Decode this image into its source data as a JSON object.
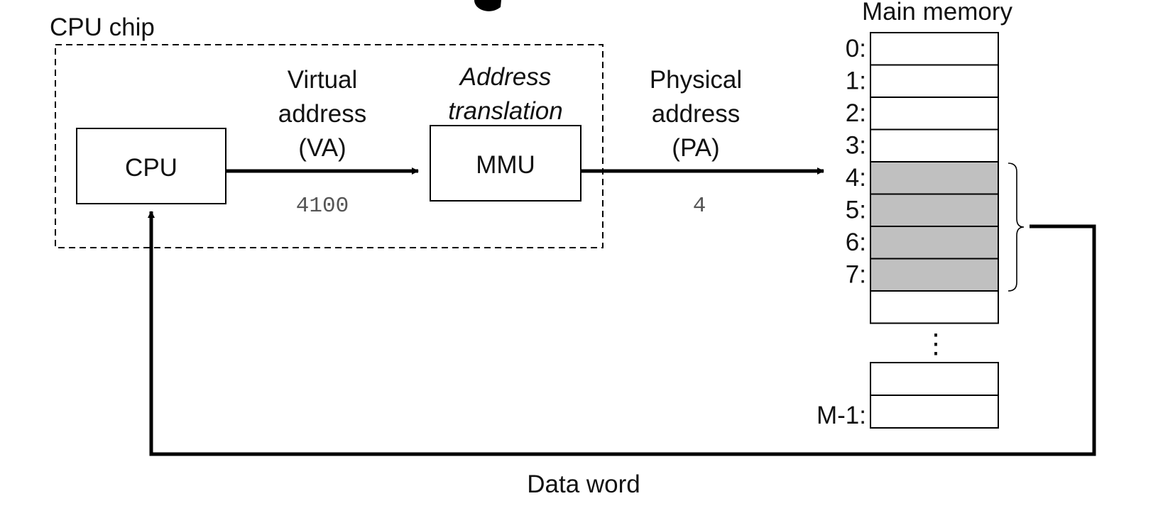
{
  "cpu_chip": {
    "label": "CPU chip"
  },
  "cpu": {
    "label": "CPU"
  },
  "virtual_address": {
    "line1": "Virtual",
    "line2": "address",
    "line3": "(VA)",
    "value": "4100"
  },
  "address_translation": {
    "line1": "Address",
    "line2": "translation"
  },
  "mmu": {
    "label": "MMU"
  },
  "physical_address": {
    "line1": "Physical",
    "line2": "address",
    "line3": "(PA)",
    "value": "4"
  },
  "main_memory": {
    "title": "Main memory",
    "cells": [
      "0:",
      "1:",
      "2:",
      "3:",
      "4:",
      "5:",
      "6:",
      "7:",
      ""
    ],
    "highlighted": [
      4,
      5,
      6,
      7
    ],
    "ellipsis": "⋮",
    "last_cell": "M-1:"
  },
  "data_word": {
    "label": "Data word"
  },
  "colors": {
    "highlight": "#c0c0c0",
    "stroke": "#000000",
    "background": "#ffffff"
  }
}
